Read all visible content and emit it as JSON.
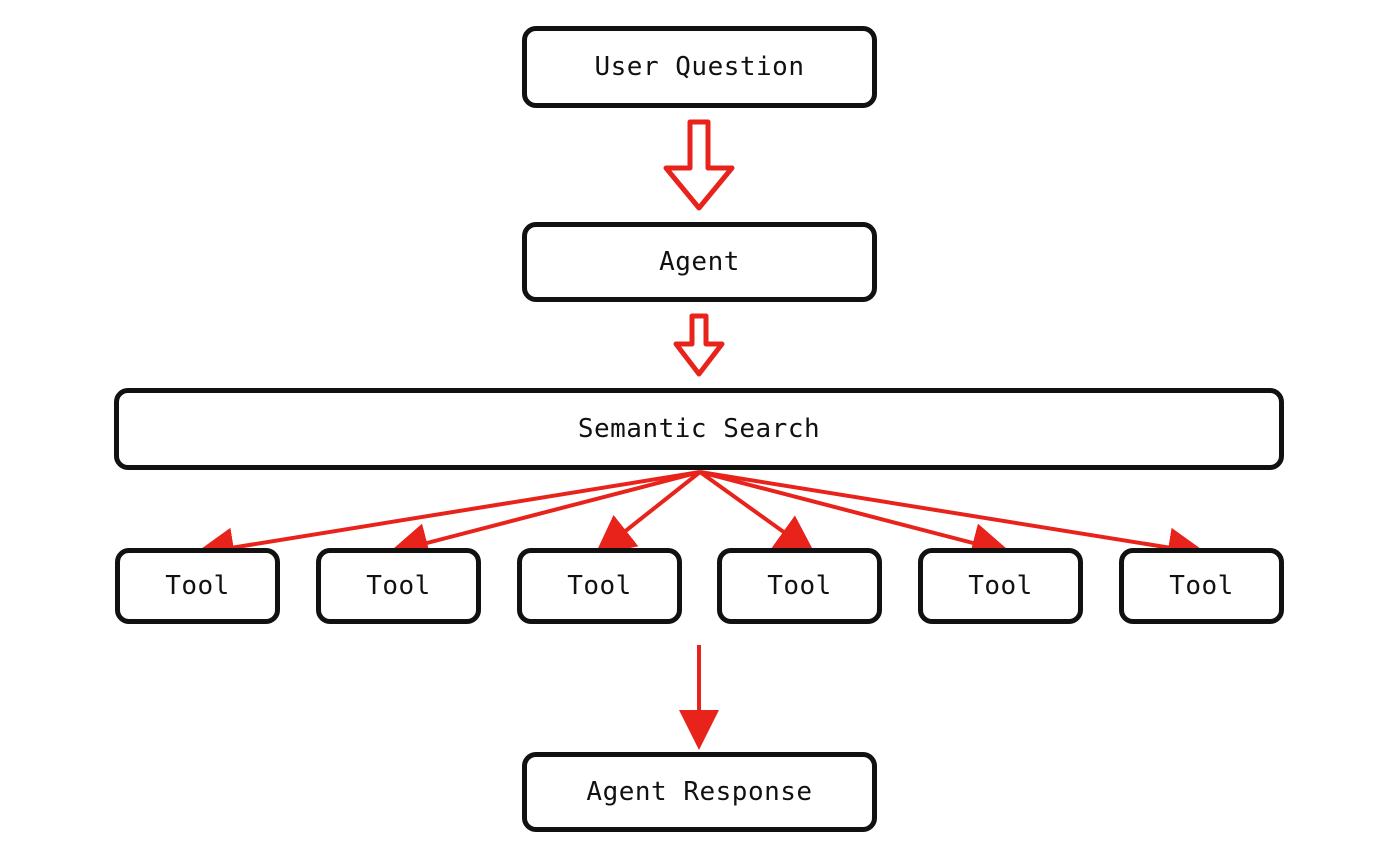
{
  "nodes": {
    "user_question": "User Question",
    "agent": "Agent",
    "semantic_search": "Semantic Search",
    "tools": [
      "Tool",
      "Tool",
      "Tool",
      "Tool",
      "Tool",
      "Tool"
    ],
    "agent_response": "Agent Response"
  },
  "colors": {
    "box_border": "#111111",
    "arrow": "#e8231b",
    "background": "#ffffff"
  }
}
